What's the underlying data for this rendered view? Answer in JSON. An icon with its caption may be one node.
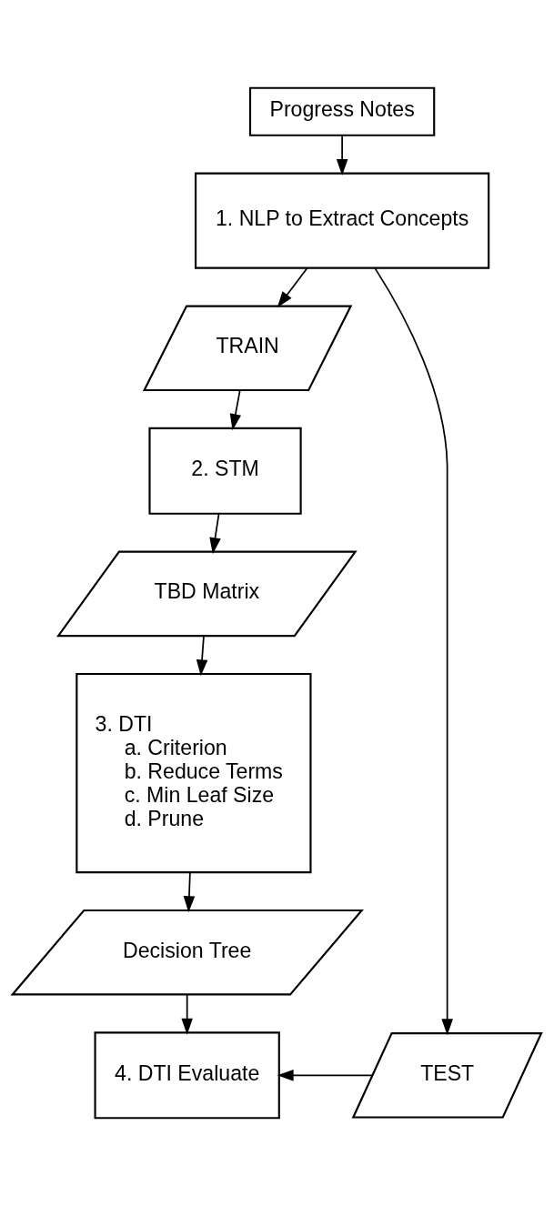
{
  "diagram": {
    "nodes": [
      {
        "text": [
          "Progress Notes"
        ]
      },
      {
        "text": [
          "1. NLP to Extract Concepts"
        ]
      },
      {
        "text": [
          "TRAIN"
        ]
      },
      {
        "text": [
          "2. STM"
        ]
      },
      {
        "text": [
          "TBD Matrix"
        ]
      },
      {
        "text": [
          "3. DTI",
          "a. Criterion",
          "b. Reduce Terms",
          "c. Min Leaf Size",
          "d. Prune"
        ]
      },
      {
        "text": [
          "Decision Tree"
        ]
      },
      {
        "text": [
          "4. DTI Evaluate"
        ]
      },
      {
        "text": [
          "TEST"
        ]
      }
    ],
    "edges": [
      {
        "from": 0,
        "to": 1,
        "arrow": "to"
      },
      {
        "from": 1,
        "to": 2,
        "arrow": "to"
      },
      {
        "from": 2,
        "to": 3,
        "arrow": "to"
      },
      {
        "from": 3,
        "to": 4,
        "arrow": "to"
      },
      {
        "from": 4,
        "to": 5,
        "arrow": "to"
      },
      {
        "from": 5,
        "to": 6,
        "arrow": "to"
      },
      {
        "from": 6,
        "to": 7,
        "arrow": "to"
      },
      {
        "from": 1,
        "to": 8,
        "arrow": "to"
      },
      {
        "from": 8,
        "to": 7,
        "arrow": "to"
      }
    ]
  }
}
